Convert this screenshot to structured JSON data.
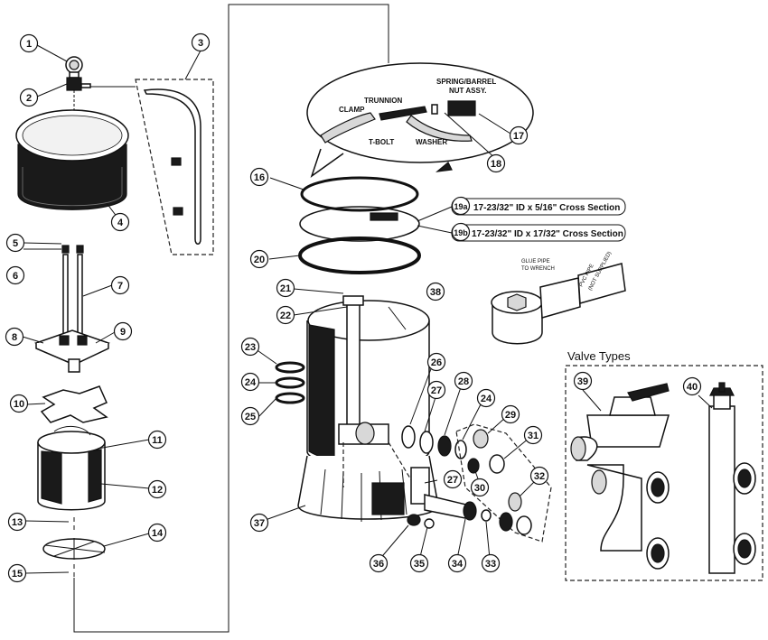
{
  "callouts": {
    "c1": "1",
    "c2": "2",
    "c3": "3",
    "c4": "4",
    "c5": "5",
    "c6": "6",
    "c7": "7",
    "c8": "8",
    "c9": "9",
    "c10": "10",
    "c11": "11",
    "c12": "12",
    "c13": "13",
    "c14": "14",
    "c15": "15",
    "c16": "16",
    "c17": "17",
    "c18": "18",
    "c19a": "19a",
    "c19b": "19b",
    "c20": "20",
    "c21": "21",
    "c22": "22",
    "c23": "23",
    "c24a": "24",
    "c24b": "24",
    "c25": "25",
    "c26": "26",
    "c27a": "27",
    "c27b": "27",
    "c28": "28",
    "c29": "29",
    "c30": "30",
    "c31": "31",
    "c32": "32",
    "c33": "33",
    "c34": "34",
    "c35": "35",
    "c36": "36",
    "c37": "37",
    "c38": "38",
    "c39": "39",
    "c40": "40"
  },
  "clamp_detail": {
    "clamp": "CLAMP",
    "trunnion": "TRUNNION",
    "spring_barrel_line1": "SPRING/BARREL",
    "spring_barrel_line2": "NUT ASSY.",
    "t_bolt": "T-BOLT",
    "washer": "WASHER"
  },
  "specs": {
    "spec_19a": "17-23/32\" ID x 5/16\" Cross Section",
    "spec_19b": "17-23/32\" ID x 17/32\" Cross Section"
  },
  "wrench": {
    "glue_pipe_line1": "GLUE PIPE",
    "glue_pipe_line2": "TO WRENCH",
    "pvc_line1": "PVC PIPE",
    "pvc_line2": "(NOT SUPPLIED)"
  },
  "valve_types": {
    "title": "Valve Types"
  }
}
